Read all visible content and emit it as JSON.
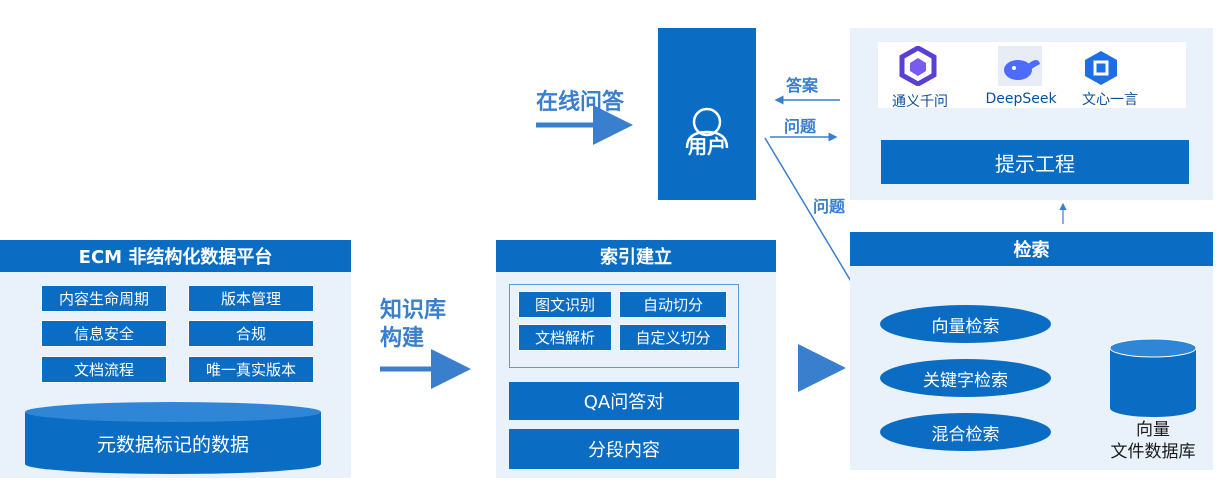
{
  "user": {
    "label": "用户"
  },
  "online_qa": {
    "label": "在线问答"
  },
  "flows": {
    "answer": "答案",
    "question": "问题",
    "question2": "问题"
  },
  "models": {
    "items": [
      {
        "label": "通义千问",
        "icon": "tongyi-qianwen-logo"
      },
      {
        "label": "DeepSeek",
        "icon": "deepseek-whale-logo"
      },
      {
        "label": "文心一言",
        "icon": "wenxin-yiyan-logo"
      }
    ]
  },
  "prompt_engineering": {
    "label": "提示工程"
  },
  "retrieval": {
    "title": "检索",
    "methods": [
      "向量检索",
      "关键字检索",
      "混合检索"
    ],
    "db_label_line1": "向量",
    "db_label_line2": "文件数据库"
  },
  "ecm": {
    "title": "ECM 非结构化数据平台",
    "features": [
      "内容生命周期",
      "版本管理",
      "信息安全",
      "合规",
      "文档流程",
      "唯一真实版本"
    ],
    "metadata": "元数据标记的数据"
  },
  "knowledge_build": {
    "line1": "知识库",
    "line2": "构建"
  },
  "index": {
    "title": "索引建立",
    "tools": [
      "图文识别",
      "自动切分",
      "文档解析",
      "自定义切分"
    ],
    "qa_pairs": "QA问答对",
    "segments": "分段内容"
  },
  "colors": {
    "primary": "#0a6cc2",
    "panel": "#e9f1fb",
    "accent_text": "#3a7fce"
  }
}
